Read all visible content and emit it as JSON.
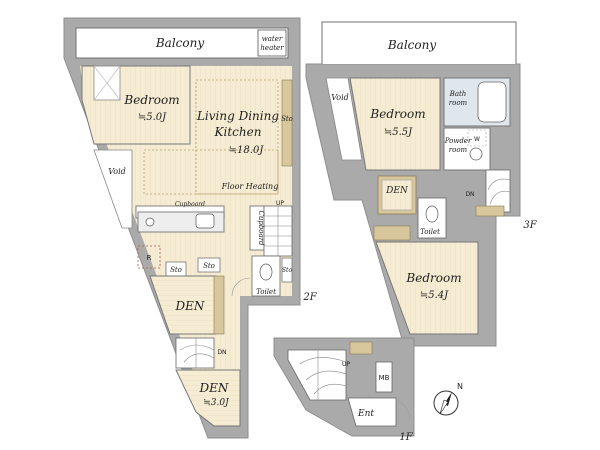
{
  "floor2": {
    "balcony": "Balcony",
    "water_heater_1": "water",
    "water_heater_2": "heater",
    "bedroom": "Bedroom",
    "bedroom_size": "≒5.0J",
    "ldk_1": "Living Dining",
    "ldk_2": "Kitchen",
    "ldk_size": "≒18.0J",
    "floor_heating": "Floor Heating",
    "sto_ldk": "Sto",
    "void": "Void",
    "cupboard": "Cupboard",
    "cupboard_v": "Cupboard",
    "up": "UP",
    "r": "R",
    "sto_a": "Sto",
    "sto_b": "Sto",
    "sto_c": "Sto",
    "toilet": "Toilet",
    "den": "DEN",
    "dn": "DN",
    "den2": "DEN",
    "den2_size": "≒3.0J",
    "floor_label": "2F"
  },
  "floor3": {
    "balcony": "Balcony",
    "void": "Void",
    "bedroom_a": "Bedroom",
    "bedroom_a_size": "≒5.5J",
    "bath_1": "Bath",
    "bath_2": "room",
    "powder_1": "Powder",
    "powder_2": "room",
    "w": "W",
    "den": "DEN",
    "dn": "DN",
    "toilet": "Toilet",
    "bedroom_b": "Bedroom",
    "bedroom_b_size": "≒5.4J",
    "floor_label": "3F"
  },
  "floor1": {
    "up": "UP",
    "mb": "MB",
    "ent": "Ent",
    "floor_label": "1F"
  },
  "compass": {
    "north": "N"
  },
  "colors": {
    "wall": "#a9aaa9",
    "floor_wood": "#f6ecd3",
    "floor_line": "#eadfbe",
    "storage": "#d8c79c",
    "wet": "#dfe6ec"
  }
}
